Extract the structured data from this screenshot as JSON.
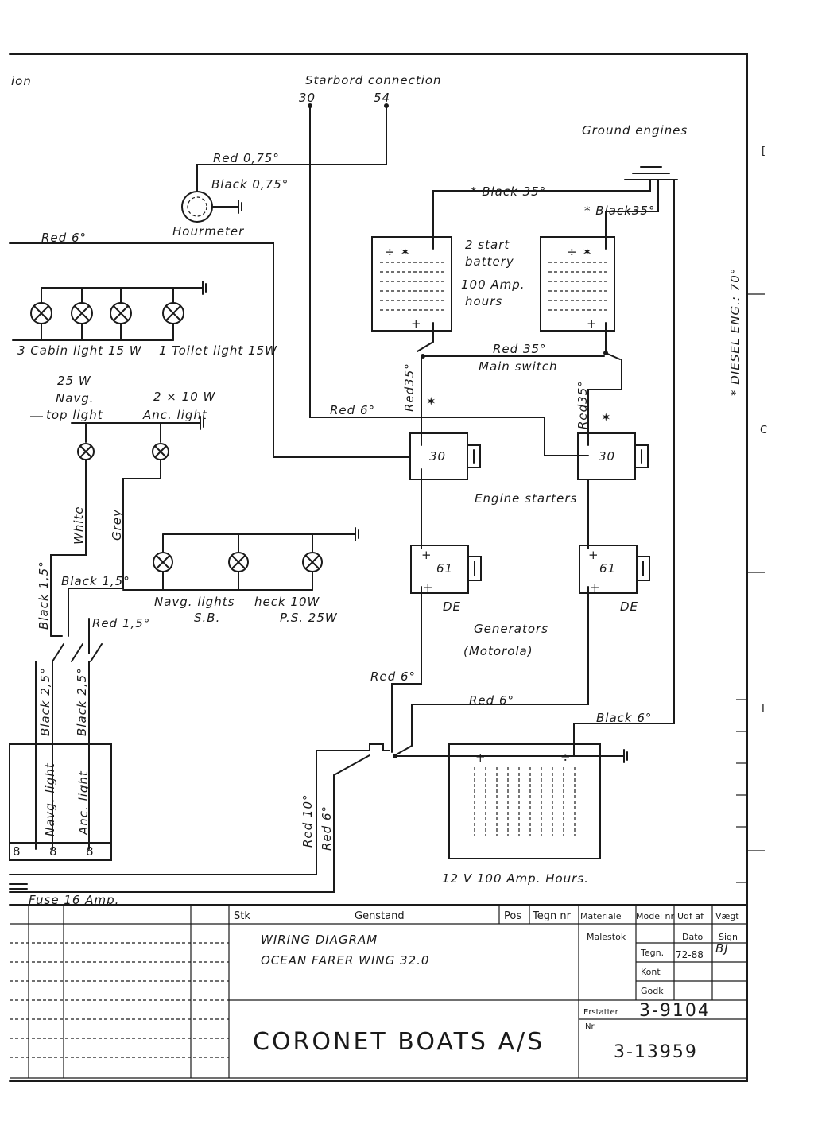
{
  "labels": {
    "ion": "ion",
    "starbord": "Starbord connection",
    "t30": "30",
    "t54": "54",
    "ground": "Ground engines",
    "red075": "Red 0,75°",
    "black075": "Black 0,75°",
    "hourmeter": "Hourmeter",
    "red6_top": "Red 6°",
    "black35_top": "* Black 35°",
    "black35_right": "* Black35°",
    "battery1": "2 start",
    "battery2": "battery",
    "battery3": "100 Amp.",
    "battery4": "hours",
    "diesel": "* DIESEL ENG.: 70°",
    "cabin": "3 Cabin light 15 W",
    "toilet": "1 Toilet light 15W",
    "red35_main": "Red 35°",
    "main_switch": "Main switch",
    "red35_left": "Red35°",
    "red35_right": "Red35°",
    "w25": "25 W",
    "navg": "Navg.",
    "toplight": "top light",
    "anc2x10": "2 × 10 W",
    "anclight": "Anc. light",
    "red6_mid": "Red 6°",
    "s30_left": "30",
    "s30_right": "30",
    "engine_starters": "Engine starters",
    "white": "White",
    "grey": "Grey",
    "black15_v": "Black 1,5°",
    "black15_h": "Black 1,5°",
    "red15": "Red 1,5°",
    "navg_lights": "Navg. lights",
    "sb": "S.B.",
    "heck": "heck 10W",
    "ps": "P.S. 25W",
    "g61_left": "61",
    "g61_right": "61",
    "de_left": "DE",
    "de_right": "DE",
    "generators": "Generators",
    "motorola": "(Motorola)",
    "red6_gen": "Red 6°",
    "red6_lower": "Red 6°",
    "black6": "Black 6°",
    "black25_a": "Black 2,5°",
    "black25_b": "Black 2,5°",
    "navg_light_v": "Navg. light",
    "anc_light_v": "Anc. light",
    "t8a": "8",
    "t8b": "8",
    "t8c": "8",
    "red10": "Red 10°",
    "red6_v": "Red 6°",
    "battery_main": "12 V  100 Amp. Hours.",
    "fuse": "Fuse 16 Amp."
  },
  "title_block": {
    "h_stk": "Stk",
    "h_gen": "Genstand",
    "h_pos": "Pos",
    "h_tegn": "Tegn nr",
    "h_mat": "Materiale",
    "h_mod": "Model nr",
    "h_udf": "Udf af",
    "h_vaegt": "Vægt",
    "title1": "WIRING DIAGRAM",
    "title2": "OCEAN FARER WING   32.0",
    "malestok": "Malestok",
    "dato": "Dato",
    "sign": "Sign",
    "tegn": "Tegn.",
    "tegn_date": "72-88",
    "tegn_sign": "BJ",
    "kont": "Kont",
    "godk": "Godk",
    "erstatter": "Erstatter",
    "erstatter_val": "3-9104",
    "nr": "Nr",
    "nr_val": "3-13959",
    "company": "CORONET BOATS A/S"
  }
}
